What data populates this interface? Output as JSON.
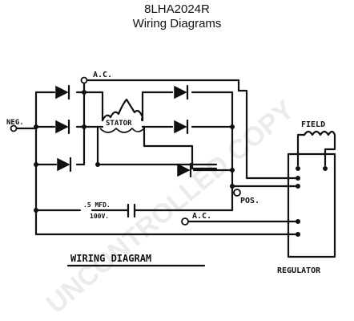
{
  "header": {
    "title": "8LHA2024R",
    "subtitle": "Wiring Diagrams"
  },
  "diagram": {
    "label_ac_top": "A.C.",
    "label_neg": "NEG.",
    "label_stator": "STATOR",
    "label_field": "FIELD",
    "label_pos": "POS.",
    "label_capacitor_line1": ".5 MFD.",
    "label_capacitor_line2": "100V.",
    "label_ac_bottom": "A.C.",
    "label_caption": "WIRING DIAGRAM",
    "label_regulator": "REGULATOR",
    "watermark": "UNCONTROLLED COPY"
  }
}
